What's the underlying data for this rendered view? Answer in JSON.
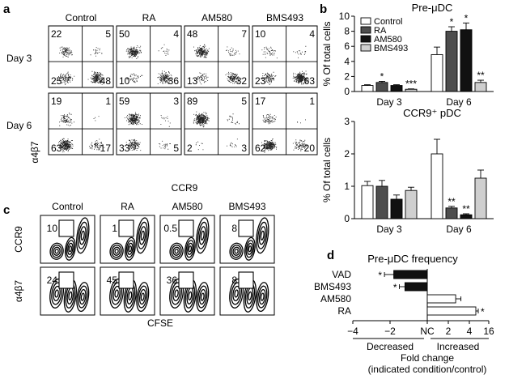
{
  "panel_a": {
    "letter": "a",
    "conditions": [
      "Control",
      "RA",
      "AM580",
      "BMS493"
    ],
    "rows": [
      "Day 3",
      "Day 6"
    ],
    "y_axis": "α4β7",
    "x_axis": "CCR9",
    "quadrants": [
      [
        [
          22,
          5,
          25,
          48
        ],
        [
          50,
          4,
          10,
          36
        ],
        [
          48,
          7,
          13,
          32
        ],
        [
          10,
          4,
          23,
          63
        ]
      ],
      [
        [
          19,
          1,
          63,
          17
        ],
        [
          59,
          3,
          33,
          5
        ],
        [
          89,
          5,
          2,
          3
        ],
        [
          17,
          1,
          62,
          20
        ]
      ]
    ]
  },
  "panel_b": {
    "letter": "b"
  },
  "panel_c": {
    "letter": "c",
    "conditions": [
      "Control",
      "RA",
      "AM580",
      "BMS493"
    ],
    "row_labels": [
      "CCR9",
      "α4β7"
    ],
    "x_axis": "CFSE",
    "gates": [
      [
        "10",
        "1",
        "0.5",
        "8"
      ],
      [
        "24",
        "45",
        "36",
        "8"
      ]
    ]
  },
  "panel_d": {
    "letter": "d"
  },
  "chart_data": [
    {
      "type": "bar",
      "title": "Pre-μDC",
      "ylabel": "% Of total cells",
      "categories": [
        "Day 3",
        "Day 6"
      ],
      "ylim": [
        0,
        10
      ],
      "yticks": [
        "0",
        "2",
        "4",
        "6",
        "8",
        "10"
      ],
      "series": [
        {
          "name": "Control",
          "color": "#ffffff",
          "values": [
            0.8,
            4.9
          ],
          "errors": [
            0.1,
            1.0
          ],
          "marks": [
            "",
            ""
          ]
        },
        {
          "name": "RA",
          "color": "#4d4d4d",
          "values": [
            1.2,
            8.0
          ],
          "errors": [
            0.15,
            0.6
          ],
          "marks": [
            "*",
            "*"
          ]
        },
        {
          "name": "AM580",
          "color": "#111111",
          "values": [
            0.8,
            8.2
          ],
          "errors": [
            0.1,
            0.9
          ],
          "marks": [
            "",
            "*"
          ]
        },
        {
          "name": "BMS493",
          "color": "#cfcfcf",
          "values": [
            0.3,
            1.2
          ],
          "errors": [
            0.05,
            0.3
          ],
          "marks": [
            "***",
            "**"
          ]
        }
      ]
    },
    {
      "type": "bar",
      "title": "CCR9⁺ pDC",
      "ylabel": "% Of total cells",
      "categories": [
        "Day 3",
        "Day 6"
      ],
      "ylim": [
        0,
        3
      ],
      "yticks": [
        "0",
        "1",
        "2",
        "3"
      ],
      "series": [
        {
          "name": "Control",
          "color": "#ffffff",
          "values": [
            1.02,
            2.0
          ],
          "errors": [
            0.13,
            0.45
          ],
          "marks": [
            "",
            ""
          ]
        },
        {
          "name": "RA",
          "color": "#4d4d4d",
          "values": [
            1.0,
            0.33
          ],
          "errors": [
            0.18,
            0.05
          ],
          "marks": [
            "",
            "**"
          ]
        },
        {
          "name": "AM580",
          "color": "#111111",
          "values": [
            0.6,
            0.12
          ],
          "errors": [
            0.13,
            0.03
          ],
          "marks": [
            "",
            "**"
          ]
        },
        {
          "name": "BMS493",
          "color": "#cfcfcf",
          "values": [
            0.87,
            1.25
          ],
          "errors": [
            0.1,
            0.25
          ],
          "marks": [
            "",
            ""
          ]
        }
      ]
    },
    {
      "type": "bar",
      "orientation": "horizontal",
      "title": "Pre-μDC frequency",
      "categories": [
        "VAD",
        "BMS493",
        "AM580",
        "RA"
      ],
      "values": [
        -1.8,
        -1.2,
        2.7,
        8.0
      ],
      "errors": [
        0.5,
        0.3,
        0.5,
        1.5
      ],
      "marks": [
        "*",
        "*",
        "",
        "*"
      ],
      "xticks": [
        "−4",
        "−2",
        "NC",
        "2",
        "4",
        "16"
      ],
      "side_labels": [
        "Decreased",
        "Increased"
      ],
      "xlabel": "Fold change",
      "xlabel2": "(indicated condition/control)"
    }
  ]
}
